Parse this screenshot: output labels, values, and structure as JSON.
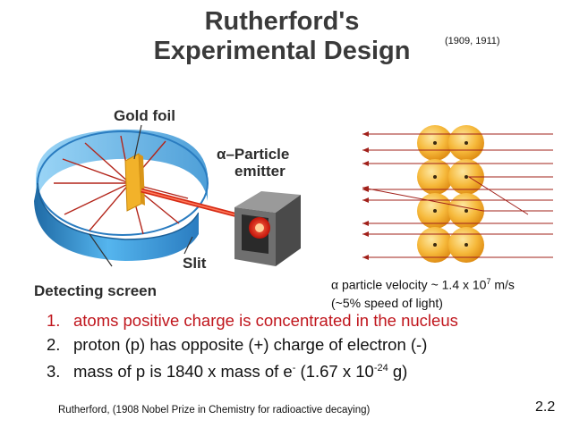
{
  "title": {
    "line1": "Rutherford's",
    "line2": "Experimental Design"
  },
  "dates": "(1909, 1911)",
  "labels": {
    "gold_foil": "Gold foil",
    "emitter_line1": "α–Particle",
    "emitter_line2": "emitter",
    "slit": "Slit",
    "detecting_screen": "Detecting screen"
  },
  "velocity": {
    "symbol": "α",
    "text": " particle velocity ~ 1.4 x 10",
    "exp": "7",
    "unit": " m/s",
    "line2": "(~5% speed of light)"
  },
  "points": [
    {
      "num": "1.",
      "text": "atoms positive charge is concentrated in the nucleus"
    },
    {
      "num": "2.",
      "text": "proton (p) has opposite (+) charge of electron (-)"
    },
    {
      "num": "3.",
      "text_a": "mass of p is 1840 x mass of e",
      "sup_a": "-",
      "text_b": " (1.67 x 10",
      "sup_b": "-24",
      "text_c": " g)"
    }
  ],
  "footer": "Rutherford, (1908 Nobel Prize in Chemistry for radioactive decaying)",
  "slide_number": "2.2",
  "colors": {
    "screen_blue": "#3a9ad9",
    "screen_dark": "#1f6aa5",
    "gold": "#f2b22a",
    "beam": "#d62a14",
    "nucleus_gold": "#f6b93b"
  }
}
